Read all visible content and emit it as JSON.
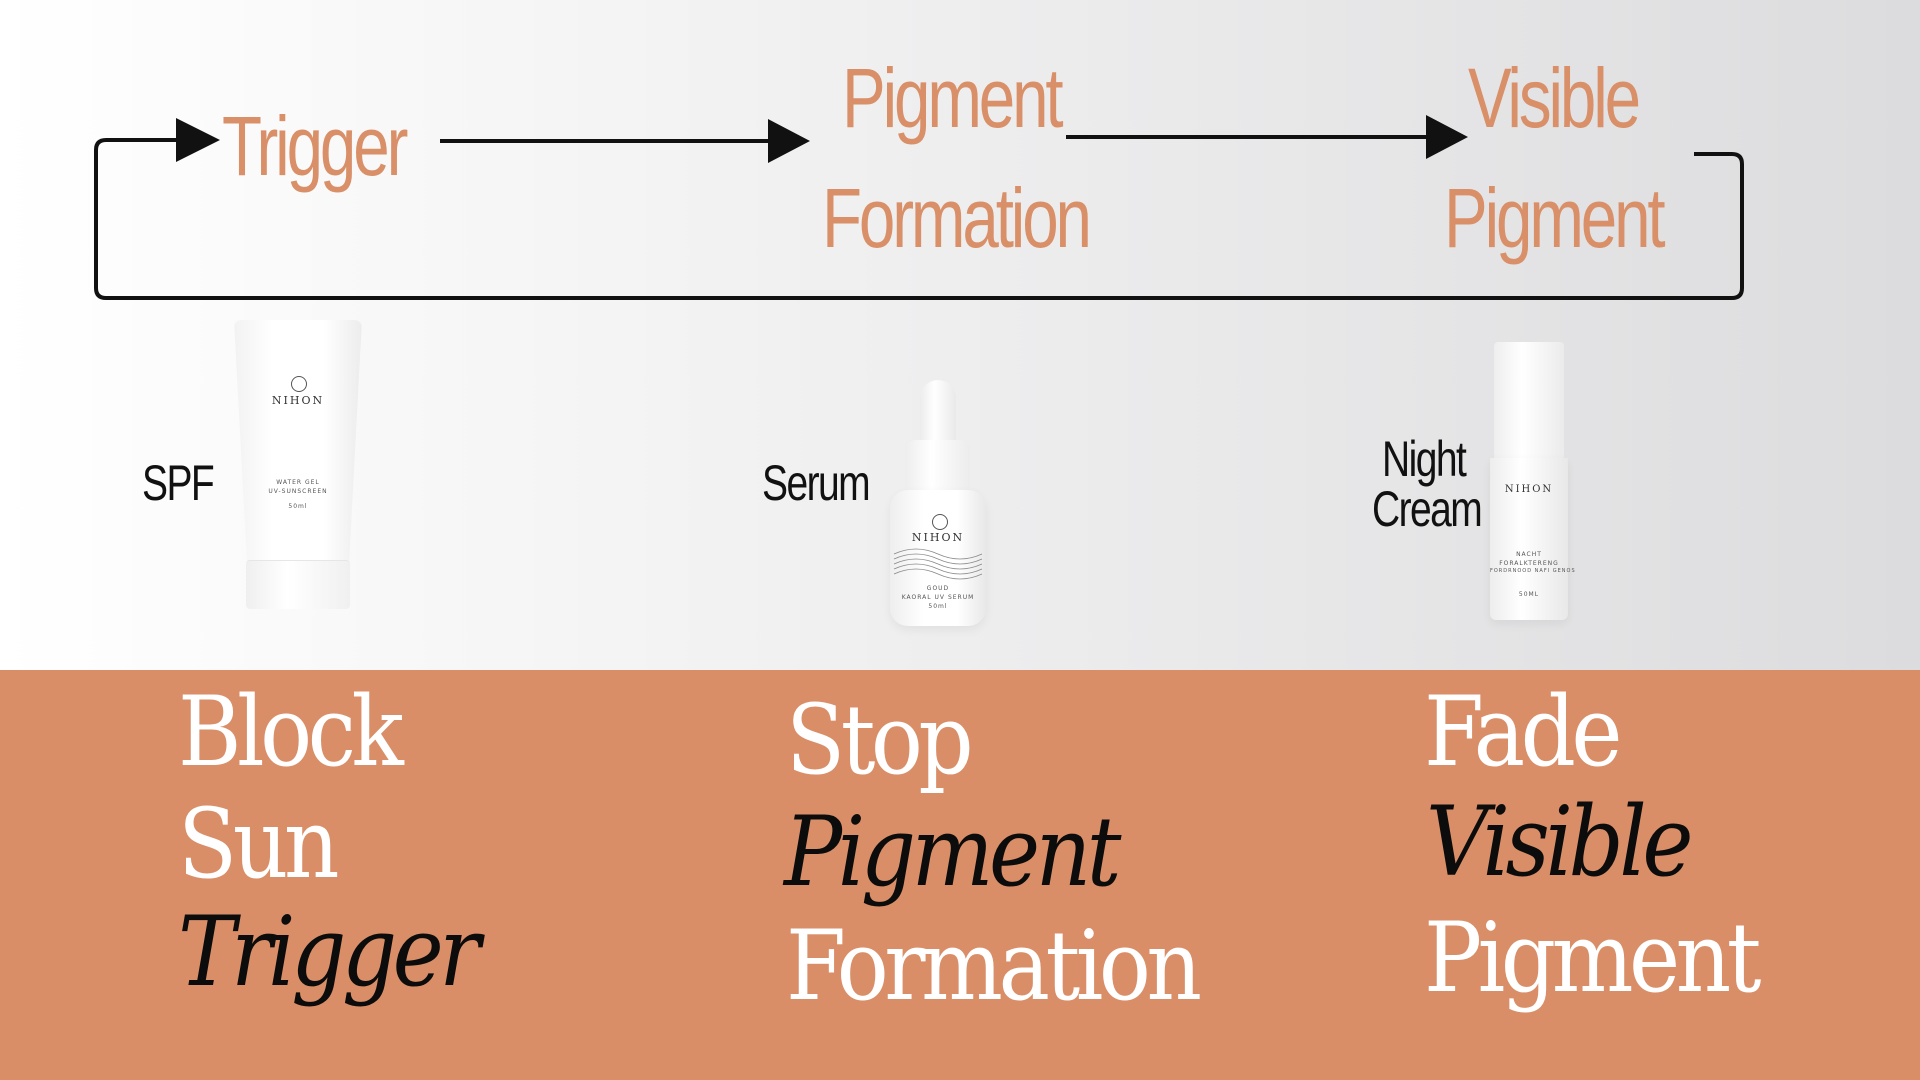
{
  "flow": {
    "steps": [
      {
        "line1": "Trigger",
        "line2": ""
      },
      {
        "line1": "Pigment",
        "line2": "Formation"
      },
      {
        "line1": "Visible",
        "line2": "Pigment"
      }
    ],
    "accent_color": "#d98f67",
    "arrow_color": "#111111"
  },
  "products": {
    "spf": {
      "label": "SPF",
      "brand": "NIHON",
      "line1": "WATER GEL",
      "line2": "UV-SUNSCREEN",
      "volume": "50ml"
    },
    "serum": {
      "label": "Serum",
      "brand": "NIHON",
      "line1": "GOUD",
      "line2": "KAORAL UV SERUM",
      "volume": "50ml"
    },
    "cream": {
      "label_line1": "Night",
      "label_line2": "Cream",
      "brand": "NIHON",
      "line1": "NACHT",
      "line2": "FORALKTERENG",
      "line3": "FORDRNOOD NAFI GENOS",
      "volume": "50ML"
    }
  },
  "actions": {
    "col1": [
      "Block",
      "Sun",
      "Trigger"
    ],
    "col2": [
      "Stop",
      "Pigment",
      "Formation"
    ],
    "col3": [
      "Fade",
      "Visible",
      "Pigment"
    ]
  },
  "band_color": "#d98e67"
}
